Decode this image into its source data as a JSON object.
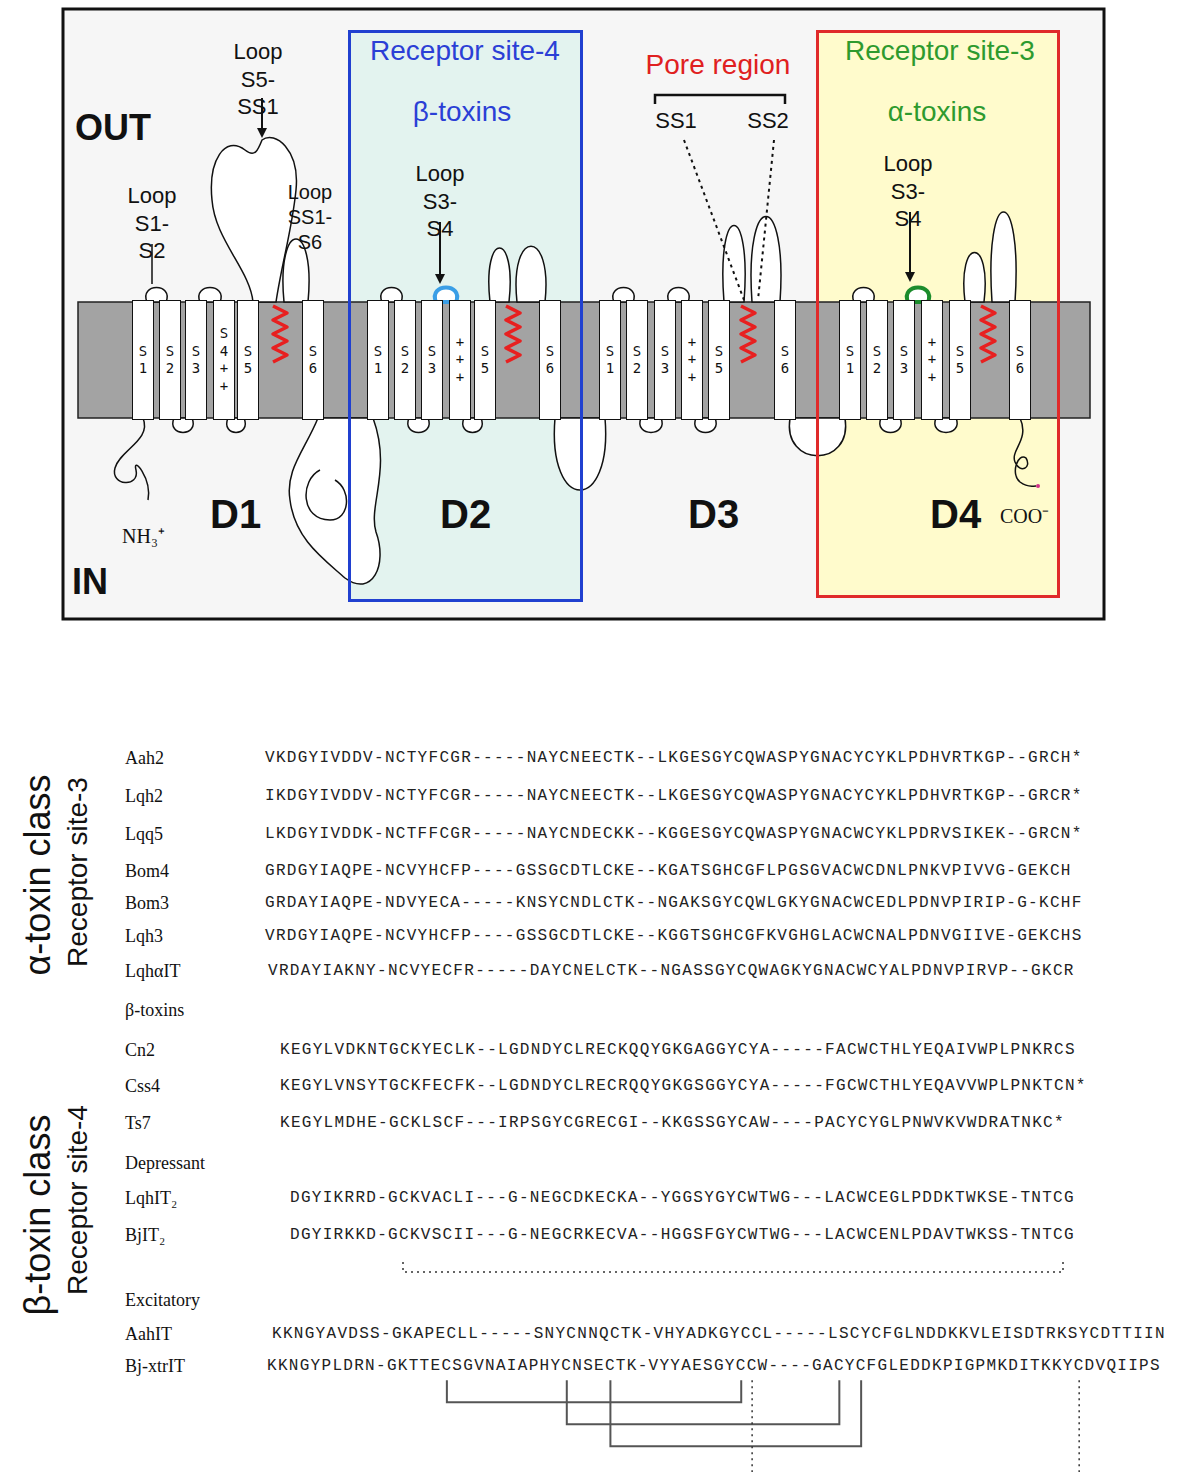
{
  "diagram": {
    "nodes": [
      {
        "text": [
          "Receptor site-4",
          "β-toxins",
          "Loop S3-S4",
          "D2"
        ]
      },
      {
        "text": [
          "Receptor site-3",
          "α-toxins",
          "Loop S3-S4",
          "D4"
        ]
      },
      {
        "text": [
          "S1"
        ]
      },
      {
        "text": [
          "S2"
        ]
      },
      {
        "text": [
          "S3"
        ]
      },
      {
        "text": [
          "S4++"
        ]
      },
      {
        "text": [
          "S5"
        ]
      },
      {
        "text": [
          "S6"
        ]
      },
      {
        "text": [
          "S1"
        ],
        "in": 0
      },
      {
        "text": [
          "S2"
        ],
        "in": 0
      },
      {
        "text": [
          "S3"
        ],
        "in": 0
      },
      {
        "text": [
          "+++"
        ],
        "in": 0
      },
      {
        "text": [
          "S5"
        ],
        "in": 0
      },
      {
        "text": [
          "S6"
        ],
        "in": 0
      },
      {
        "text": [
          "S1"
        ]
      },
      {
        "text": [
          "S2"
        ]
      },
      {
        "text": [
          "S3"
        ]
      },
      {
        "text": [
          "+++"
        ]
      },
      {
        "text": [
          "S5"
        ]
      },
      {
        "text": [
          "S6"
        ]
      },
      {
        "text": [
          "S1"
        ],
        "in": 1
      },
      {
        "text": [
          "S2"
        ],
        "in": 1
      },
      {
        "text": [
          "S3"
        ],
        "in": 1
      },
      {
        "text": [
          "+++"
        ],
        "in": 1
      },
      {
        "text": [
          "S5"
        ],
        "in": 1
      },
      {
        "text": [
          "S6"
        ],
        "in": 1
      }
    ],
    "labels": [
      "OUT",
      "IN",
      "Loop S5-SS1",
      "Loop S1-S2",
      "Loop SS1-S6",
      "Pore region",
      "SS1",
      "SS2",
      "D1",
      "D3",
      "NH₃⁺",
      "COO⁻",
      "α-toxin class",
      "Receptor site-3",
      "β-toxin class",
      "Receptor site-4",
      "Aah2",
      "VKDGYIVDDV-NCTYFCGR-----NAYCNEECTK--LKGESGYCQWASPYGNACYCYKLPDHVRTKGP--GRCH*",
      "Lqh2",
      "IKDGYIVDDV-NCTYFCGR-----NAYCNEECTK--LKGESGYCQWASPYGNACYCYKLPDHVRTKGP--GRCR*",
      "Lqq5",
      "LKDGYIVDDK-NCTFFCGR-----NAYCNDECKK--KGGESGYCQWASPYGNACWCYKLPDRVSIKEK--GRCN*",
      "Bom4",
      "GRDGYIAQPE-NCVYHCFP----GSSGCDTLCKE--KGATSGHCGFLPGSGVACWCDNLPNKVPIVVG-GEKCH",
      "Bom3",
      "GRDAYIAQPE-NDVYECA-----KNSYCNDLCTK--NGAKSGYCQWLGKYGNACWCEDLPDNVPIRIP-G-KCHF",
      "Lqh3",
      "VRDGYIAQPE-NCVYHCFP----GSSGCDTLCKE--KGGTSGHCGFKVGHGLACWCNALPDNVGIIVE-GEKCHS",
      "LqhαIT",
      "VRDAYIAKNY-NCVYECFR-----DAYCNELCTK--NGASSGYCQWAGKYGNACWCYALPDNVPIRVP--GKCR",
      "β-toxins",
      "Cn2",
      "KEGYLVDKNTGCKYECLK--LGDNDYCLRECKQQYGKGAGGYCYA-----FACWCTHLYEQAIVWPLPNKRCS",
      "Css4",
      "KEGYLVNSYTGCKFECFK--LGDNDYCLRECRQQYGKGSGGYCYA-----FGCWCTHLYEQAVVWPLPNKTCN*",
      "Ts7",
      "KEGYLMDHE-GCKLSCF---IRPSGYCGRECGI--KKGSSGYCAW----PACYCYGLPNWVKVWDRATNKC*",
      "Depressant",
      "LqhIT₂",
      "DGYIKRRD-GCKVACLI---G-NEGCDKECKA--YGGSYGYCWTWG---LACWCEGLPDDKTWKSE-TNTCG",
      "BjIT₂",
      "DGYIRKKD-GCKVSCII---G-NEGCRKECVA--HGGSFGYCWTWG---LACWCENLPDAVTWKSS-TNTCG",
      "Excitatory",
      "AahIT",
      "KKNGYAVDSS-GKAPECLL-----SNYCNNQCTK-VHYADKGYCCL-----LSCYCFGLNDDKKVLEISDTRKSYCDTTIIN",
      "Bj-xtrIT",
      "KKNGYPLDRN-GKTTECSGVNAIAPHYCNSECTK-VYYAESGYCCW----GACYCFGLEDDKPIGPMKDITKKYCDVQIIPS"
    ]
  }
}
